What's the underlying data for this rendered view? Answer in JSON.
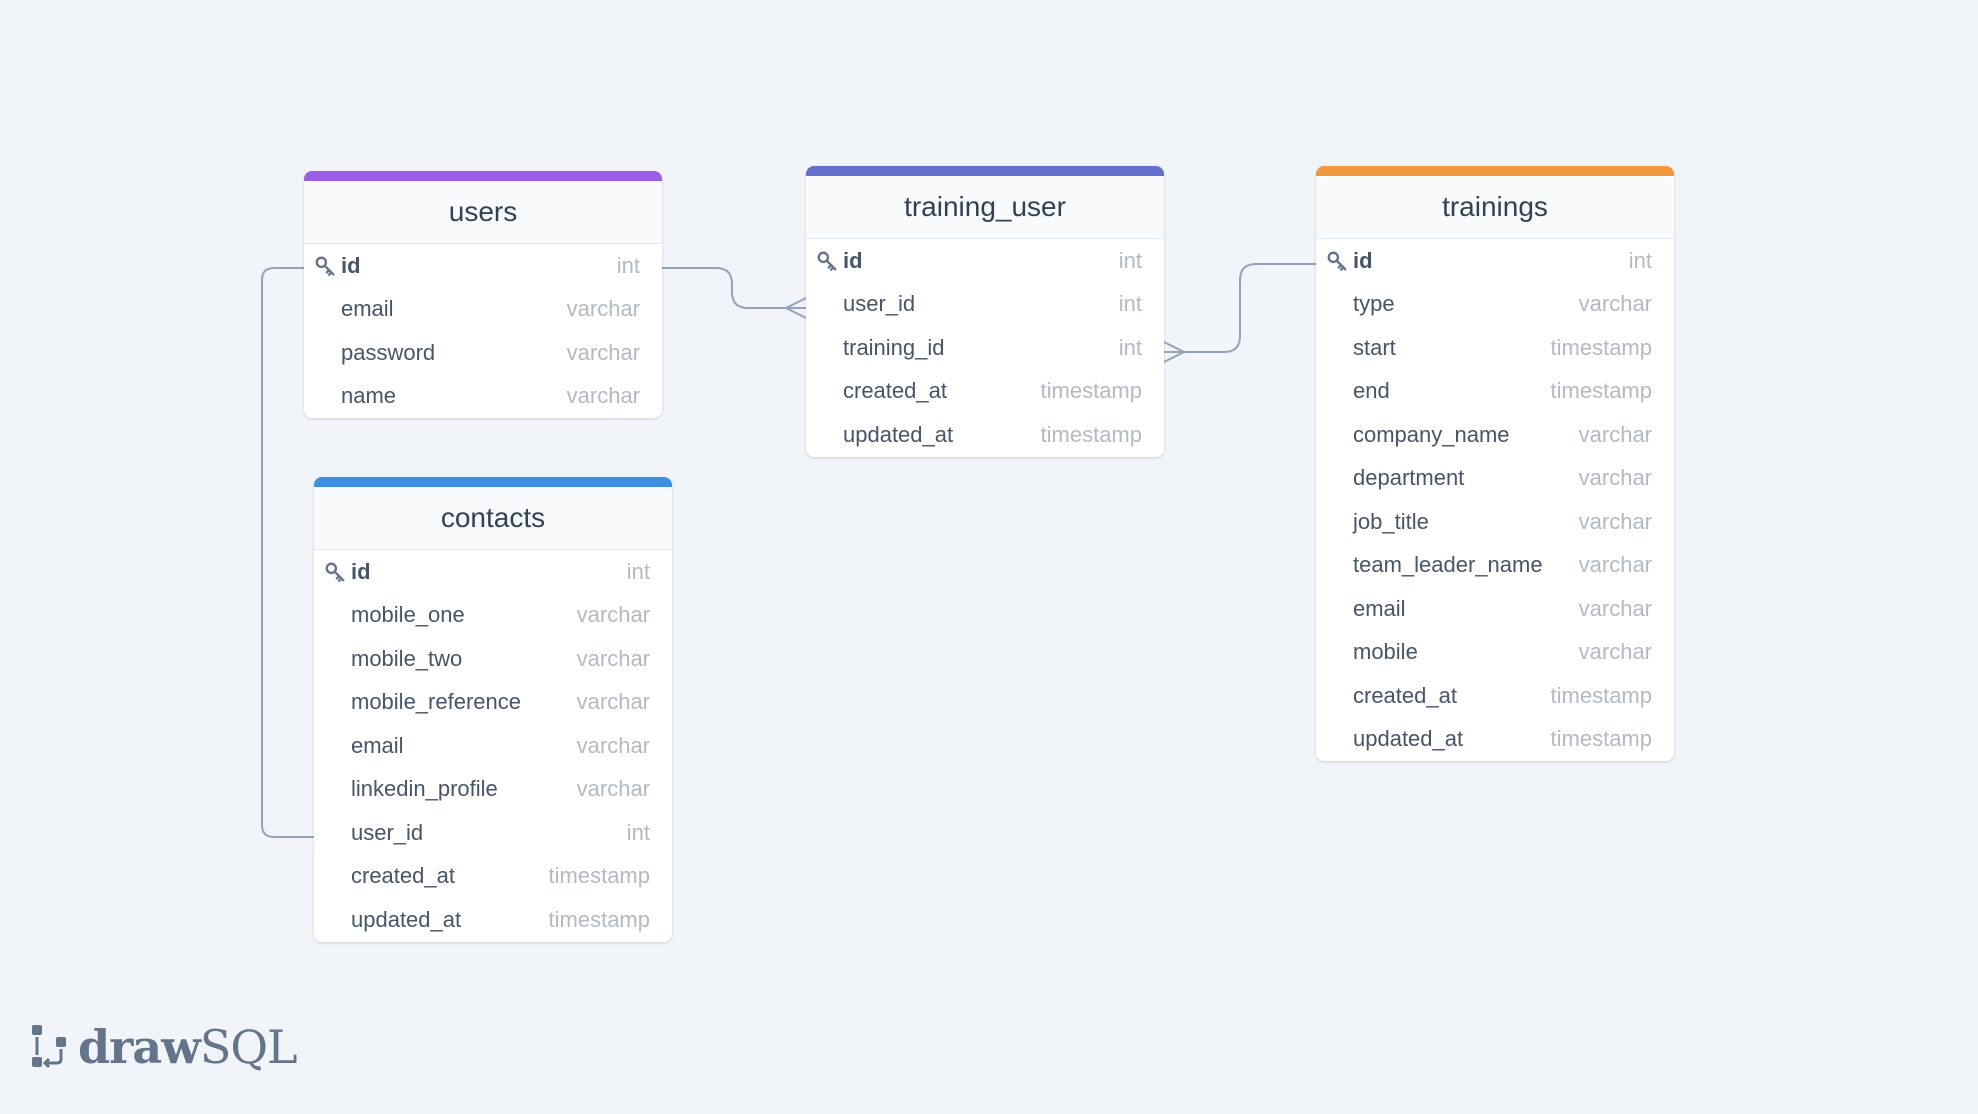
{
  "colors": {
    "background": "#f1f5f9",
    "connector": "#94a3b8",
    "users_accent": "#9b5de5",
    "training_user_accent": "#6470cc",
    "trainings_accent": "#f09a3e",
    "contacts_accent": "#3b90e0"
  },
  "tables": {
    "users": {
      "title": "users",
      "columns": [
        {
          "name": "id",
          "type": "int",
          "pk": true
        },
        {
          "name": "email",
          "type": "varchar"
        },
        {
          "name": "password",
          "type": "varchar"
        },
        {
          "name": "name",
          "type": "varchar"
        }
      ]
    },
    "training_user": {
      "title": "training_user",
      "columns": [
        {
          "name": "id",
          "type": "int",
          "pk": true
        },
        {
          "name": "user_id",
          "type": "int"
        },
        {
          "name": "training_id",
          "type": "int"
        },
        {
          "name": "created_at",
          "type": "timestamp"
        },
        {
          "name": "updated_at",
          "type": "timestamp"
        }
      ]
    },
    "trainings": {
      "title": "trainings",
      "columns": [
        {
          "name": "id",
          "type": "int",
          "pk": true
        },
        {
          "name": "type",
          "type": "varchar"
        },
        {
          "name": "start",
          "type": "timestamp"
        },
        {
          "name": "end",
          "type": "timestamp"
        },
        {
          "name": "company_name",
          "type": "varchar"
        },
        {
          "name": "department",
          "type": "varchar"
        },
        {
          "name": "job_title",
          "type": "varchar"
        },
        {
          "name": "team_leader_name",
          "type": "varchar"
        },
        {
          "name": "email",
          "type": "varchar"
        },
        {
          "name": "mobile",
          "type": "varchar"
        },
        {
          "name": "created_at",
          "type": "timestamp"
        },
        {
          "name": "updated_at",
          "type": "timestamp"
        }
      ]
    },
    "contacts": {
      "title": "contacts",
      "columns": [
        {
          "name": "id",
          "type": "int",
          "pk": true
        },
        {
          "name": "mobile_one",
          "type": "varchar"
        },
        {
          "name": "mobile_two",
          "type": "varchar"
        },
        {
          "name": "mobile_reference",
          "type": "varchar"
        },
        {
          "name": "email",
          "type": "varchar"
        },
        {
          "name": "linkedin_profile",
          "type": "varchar"
        },
        {
          "name": "user_id",
          "type": "int"
        },
        {
          "name": "created_at",
          "type": "timestamp"
        },
        {
          "name": "updated_at",
          "type": "timestamp"
        }
      ]
    }
  },
  "relations": [
    {
      "from": "users.id",
      "to": "training_user.user_id",
      "cardinality": "one-to-many"
    },
    {
      "from": "trainings.id",
      "to": "training_user.training_id",
      "cardinality": "one-to-many"
    },
    {
      "from": "users.id",
      "to": "contacts.user_id",
      "cardinality": "one-to-one"
    }
  ],
  "logo": {
    "bold": "draw",
    "light": "SQL",
    "icon": "drawsql-logo-icon"
  }
}
